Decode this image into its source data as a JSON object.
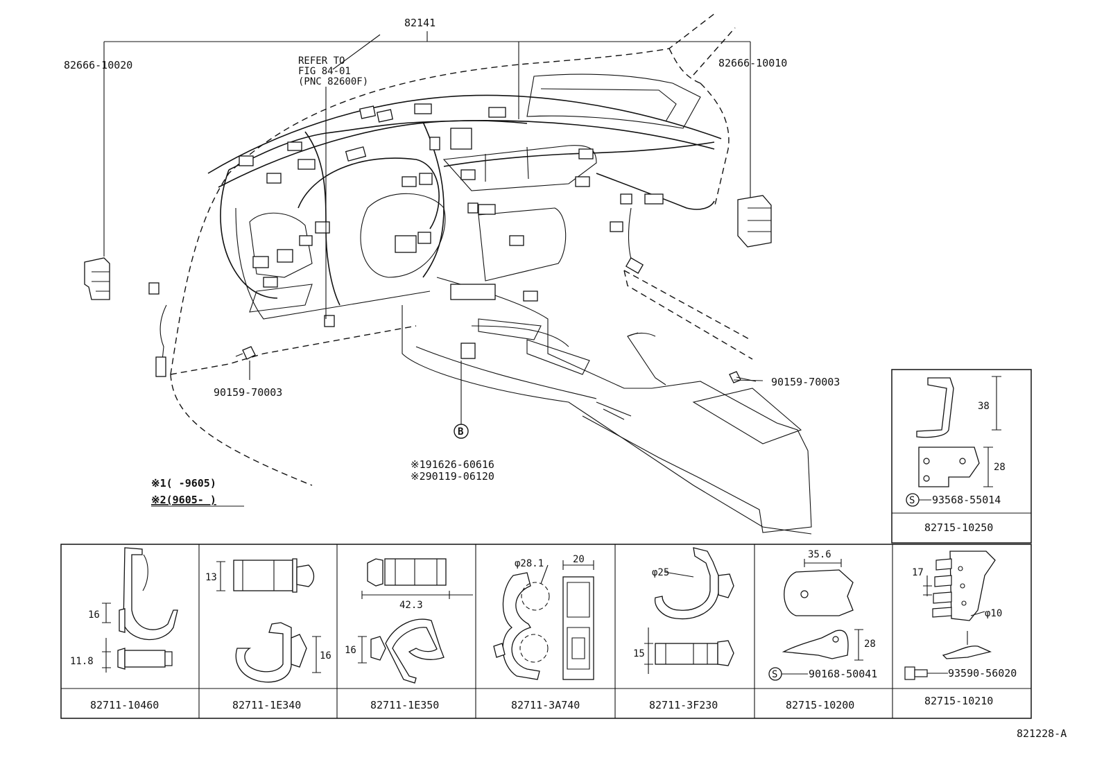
{
  "diagram": {
    "top_part": "82141",
    "refer_note": [
      "REFER TO",
      "FIG 84-01",
      "(PNC 82600F)"
    ],
    "left_bracket_part": "82666-10020",
    "right_bracket_part": "82666-10010",
    "bolt_left_part": "90159-70003",
    "bolt_right_part": "90159-70003",
    "clip_b_marker": "B",
    "clip_b_parts": [
      "※191626-60616",
      "※290119-06120"
    ],
    "legend": [
      "※1(     -9605)",
      "※2(9605-      )"
    ],
    "figure_code": "821228-A"
  },
  "detail_top": {
    "part": "82715-10250",
    "screw_marker": "S",
    "screw_part": "93568-55014",
    "dims": [
      "38",
      "28"
    ]
  },
  "detail_cells": [
    {
      "part": "82711-10460",
      "dims": [
        "16",
        "11.8"
      ]
    },
    {
      "part": "82711-1E340",
      "dims": [
        "13",
        "16"
      ]
    },
    {
      "part": "82711-1E350",
      "dims": [
        "42.3",
        "16"
      ]
    },
    {
      "part": "82711-3A740",
      "dims": [
        "φ28.1",
        "20"
      ]
    },
    {
      "part": "82711-3F230",
      "dims": [
        "φ25",
        "15"
      ]
    },
    {
      "part": "82715-10200",
      "dims": [
        "35.6",
        "28"
      ],
      "marker": "S",
      "sub_part": "90168-50041"
    },
    {
      "part": "82715-10210",
      "dims": [
        "17",
        "φ10"
      ],
      "sub_part": "93590-56020"
    }
  ]
}
